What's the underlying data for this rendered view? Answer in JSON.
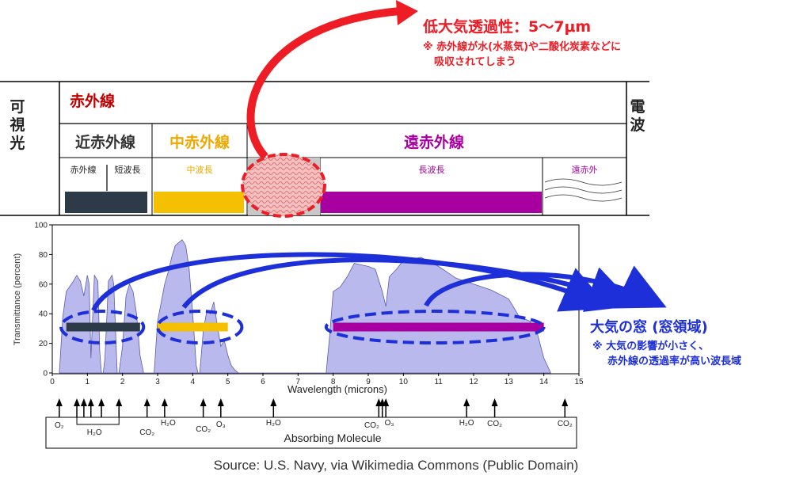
{
  "bands": {
    "visible": [
      "可",
      "視",
      "光"
    ],
    "radio": [
      "電",
      "波"
    ],
    "infrared": "赤外線",
    "near_ir": "近赤外線",
    "mid_ir": "中赤外線",
    "far_ir": "遠赤外線",
    "sub_ir": "赤外線",
    "sub_short": "短波長",
    "sub_mid": "中波長",
    "sub_long": "長波長",
    "sub_far": "遠赤外"
  },
  "colors": {
    "near": "#2d3a48",
    "mid": "#f5c000",
    "long": "#a800a0",
    "red": "#ee1c24",
    "blue": "#1d2fd8",
    "fill": "#b9b9ee"
  },
  "annotations": {
    "low_title": "低大気透過性：5〜7μm",
    "low_note1": "※ 赤外線が水(水蒸気)や二酸化炭素などに",
    "low_note2": "吸収されてしまう",
    "window_title": "大気の窓 (窓領域)",
    "window_note1": "※ 大気の影響が小さく、",
    "window_note2": "赤外線の透過率が高い波長域"
  },
  "molecules": {
    "label": "Absorbing Molecule",
    "items": [
      "O₂",
      "H₂O",
      "CO₂",
      "H₂O",
      "CO₂",
      "O₃",
      "H₂O",
      "CO₂",
      "O₃",
      "H₂O",
      "CO₂",
      "CO₂"
    ]
  },
  "source": "Source: U.S. Navy, via Wikimedia Commons (Public Domain)",
  "chart_data": {
    "type": "area",
    "xlabel": "Wavelength (microns)",
    "ylabel": "Transmittance (percent)",
    "xlim": [
      0,
      15
    ],
    "ylim": [
      0,
      100
    ],
    "xticks": [
      0,
      1,
      2,
      3,
      4,
      5,
      6,
      7,
      8,
      9,
      10,
      11,
      12,
      13,
      14,
      15
    ],
    "yticks": [
      0,
      20,
      40,
      60,
      80,
      100
    ],
    "x": [
      0.2,
      0.3,
      0.4,
      0.6,
      0.7,
      0.8,
      0.9,
      1.0,
      1.05,
      1.1,
      1.2,
      1.3,
      1.35,
      1.4,
      1.45,
      1.5,
      1.6,
      1.7,
      1.75,
      1.85,
      1.9,
      2.0,
      2.1,
      2.2,
      2.3,
      2.4,
      2.5,
      2.6,
      2.7,
      2.8,
      2.9,
      3.0,
      3.2,
      3.3,
      3.4,
      3.5,
      3.6,
      3.7,
      3.8,
      3.9,
      4.0,
      4.1,
      4.15,
      4.2,
      4.3,
      4.4,
      4.5,
      4.6,
      4.7,
      4.8,
      4.9,
      5.0,
      5.1,
      5.2,
      5.3,
      5.5,
      6.0,
      7.0,
      7.8,
      7.9,
      8.0,
      8.2,
      8.4,
      8.6,
      8.8,
      9.0,
      9.2,
      9.4,
      9.5,
      9.6,
      9.8,
      10.0,
      10.5,
      11.0,
      11.5,
      12.0,
      12.5,
      13.0,
      13.3,
      13.6,
      13.8,
      14.0,
      14.2
    ],
    "transmittance": [
      0,
      38,
      55,
      62,
      66,
      62,
      52,
      66,
      60,
      10,
      66,
      62,
      15,
      0,
      0,
      10,
      62,
      66,
      60,
      0,
      0,
      18,
      52,
      60,
      55,
      40,
      12,
      0,
      0,
      0,
      0,
      35,
      60,
      68,
      78,
      86,
      88,
      90,
      86,
      70,
      40,
      5,
      0,
      0,
      28,
      42,
      40,
      48,
      32,
      18,
      22,
      12,
      5,
      2,
      0,
      0,
      0,
      0,
      0,
      25,
      55,
      58,
      65,
      74,
      73,
      72,
      70,
      55,
      45,
      65,
      70,
      76,
      78,
      72,
      64,
      60,
      56,
      50,
      38,
      35,
      28,
      10,
      0
    ]
  },
  "windows": [
    {
      "label": "近赤外線",
      "from": 0.4,
      "to": 2.5
    },
    {
      "label": "中赤外線",
      "from": 3.0,
      "to": 5.0
    },
    {
      "label": "遠赤外線",
      "from": 8.0,
      "to": 14.0
    }
  ]
}
